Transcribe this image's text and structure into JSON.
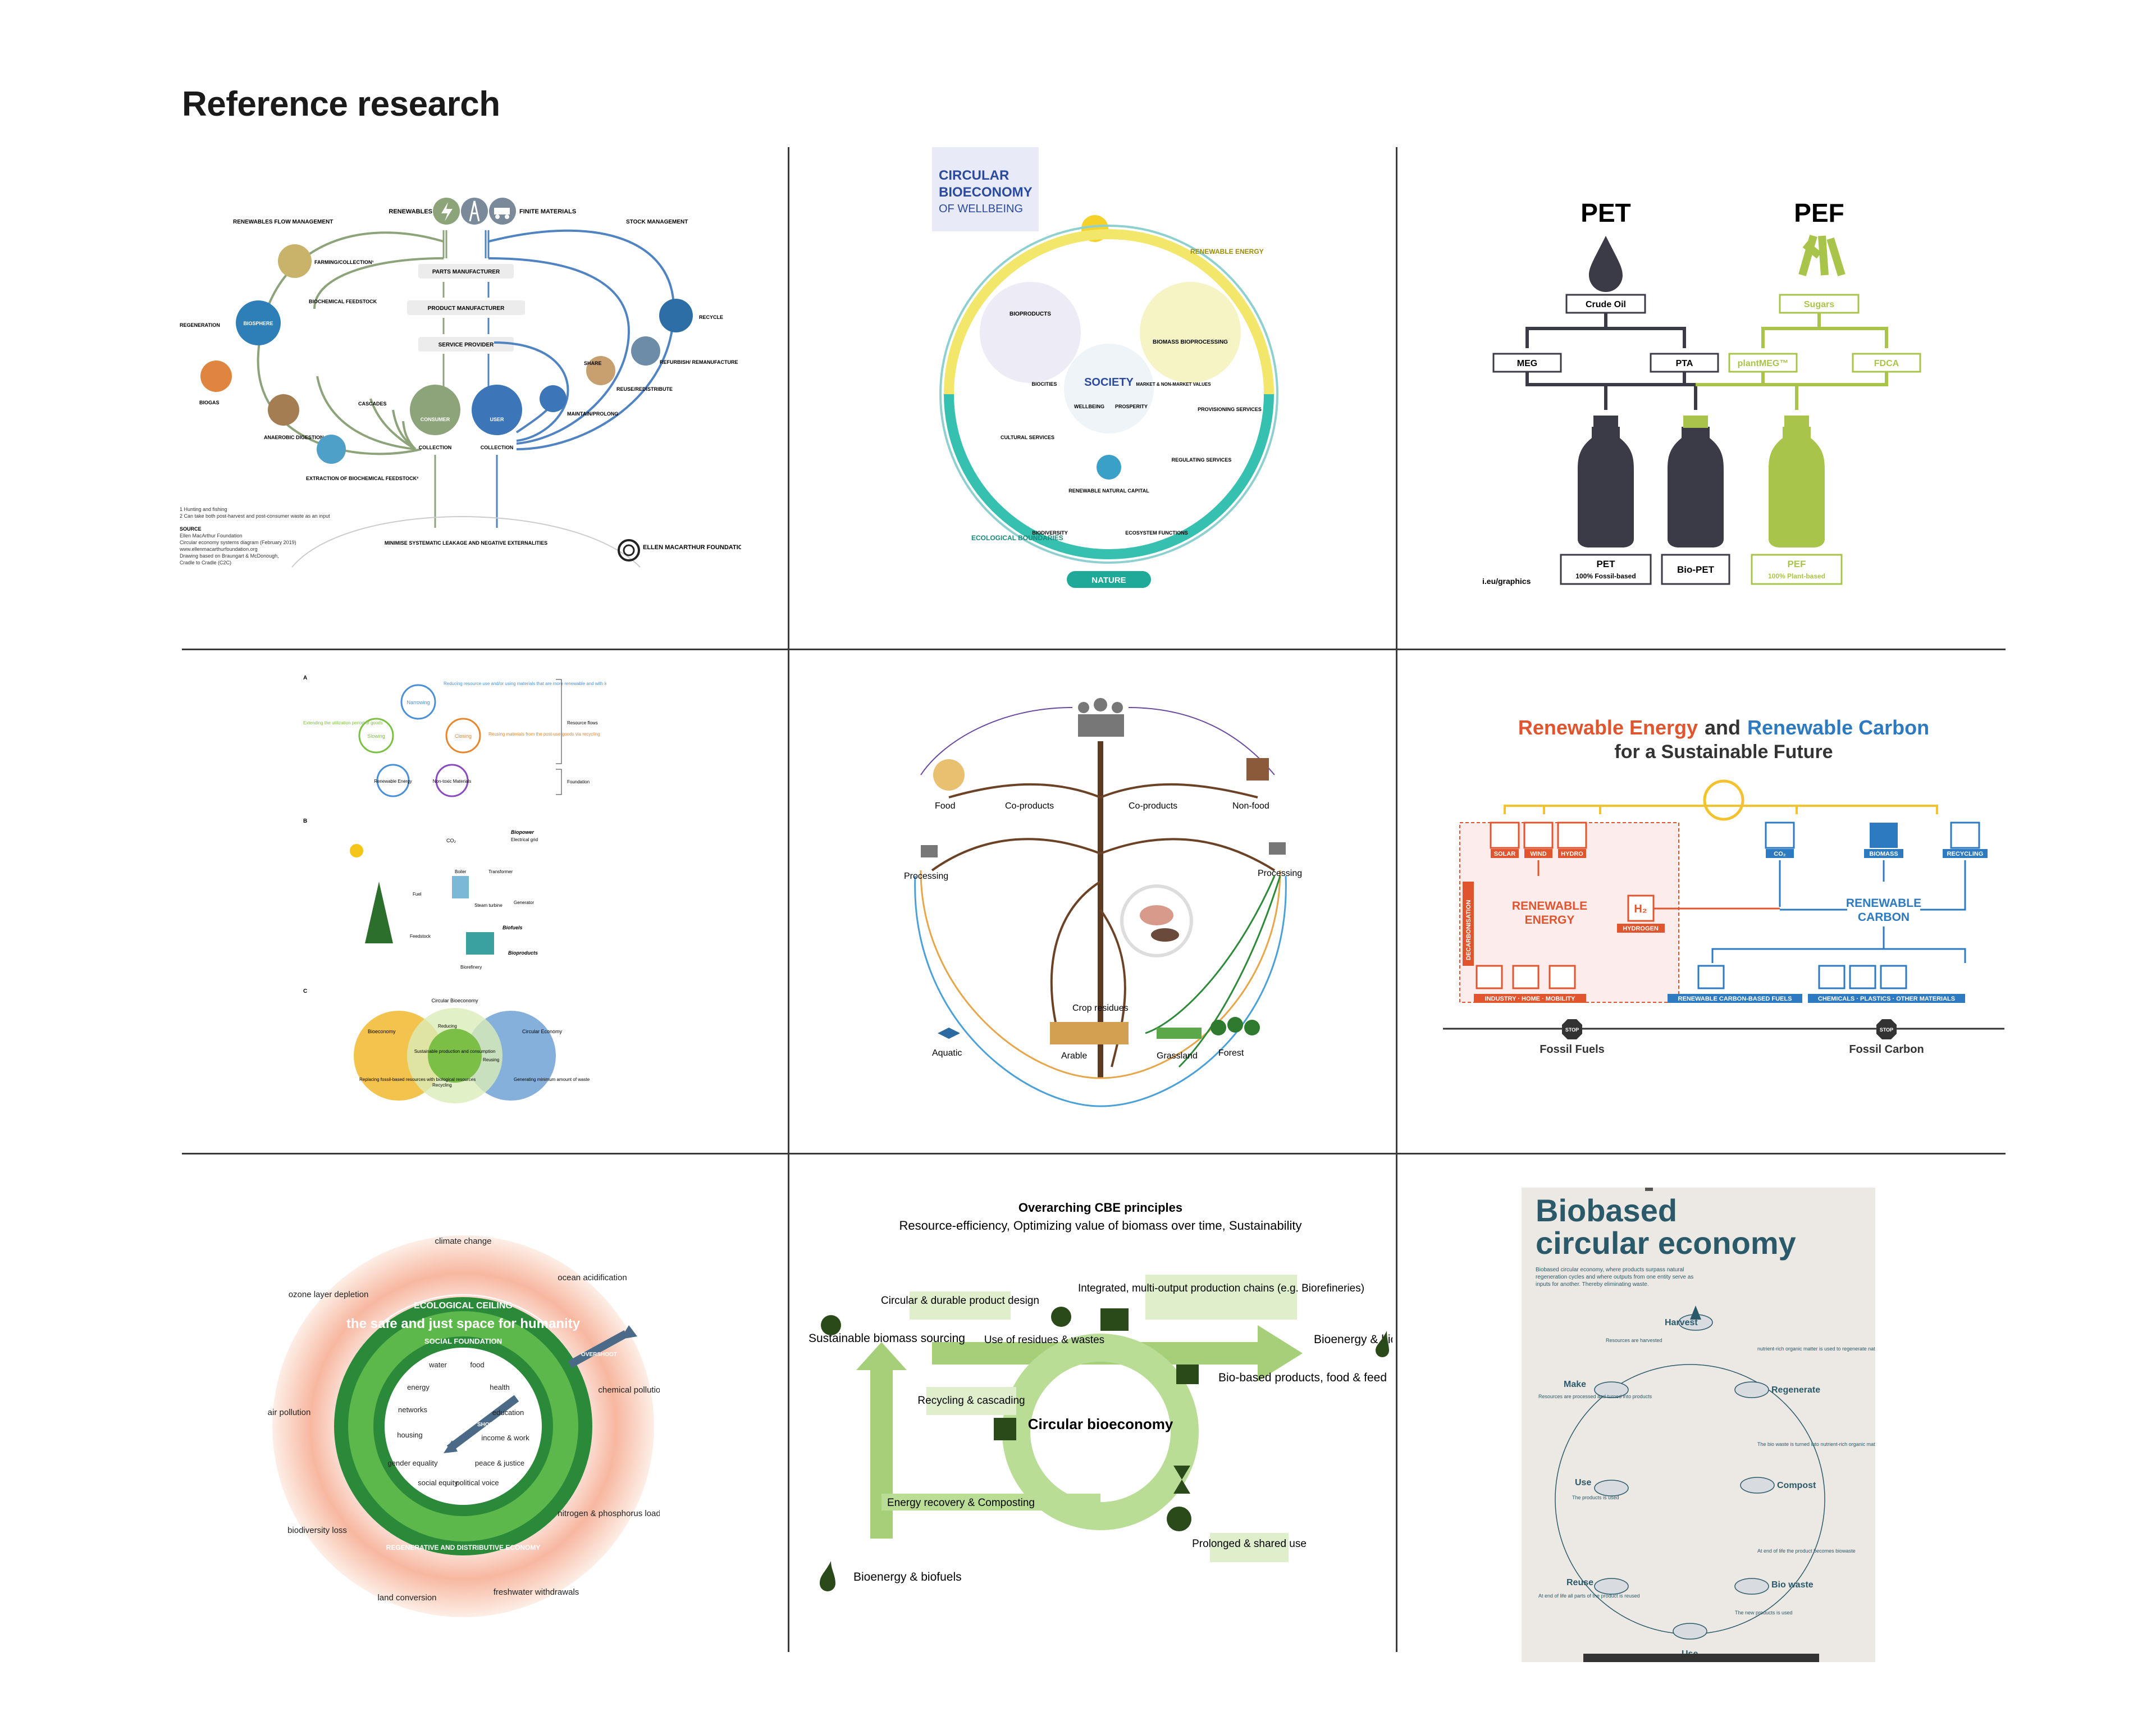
{
  "page": {
    "title": "Reference research"
  },
  "p1": {
    "top": {
      "renewables": "RENEWABLES",
      "finite": "FINITE MATERIALS",
      "flow": "RENEWABLES FLOW MANAGEMENT",
      "stock": "STOCK MANAGEMENT"
    },
    "chain": [
      "PARTS MANUFACTURER",
      "PRODUCT MANUFACTURER",
      "SERVICE PROVIDER"
    ],
    "left": {
      "farming": "FARMING/COLLECTION¹",
      "biochem": "BIOCHEMICAL FEEDSTOCK",
      "regeneration": "REGENERATION",
      "biosphere": "BIOSPHERE",
      "biogas": "BIOGAS",
      "anaerobic": "ANAEROBIC DIGESTION",
      "extraction": "EXTRACTION OF BIOCHEMICAL FEEDSTOCK²",
      "cascades": "CASCADES",
      "consumer": "CONSUMER"
    },
    "right": {
      "recycle": "RECYCLE",
      "refurbish": "REFURBISH/ REMANUFACTURE",
      "share": "SHARE",
      "reuse": "REUSE/REDISTRIBUTE",
      "maintain": "MAINTAIN/PROLONG",
      "user": "USER"
    },
    "collection": "COLLECTION",
    "minimise": "MINIMISE SYSTEMATIC LEAKAGE AND NEGATIVE EXTERNALITIES",
    "notes": [
      "1 Hunting and fishing",
      "2 Can take both post-harvest and post-consumer waste as an input"
    ],
    "source": [
      "SOURCE",
      "Ellen MacArthur Foundation",
      "Circular economy systems diagram (February 2019)",
      "www.ellenmacarthurfoundation.org",
      "Drawing based on Braungart & McDonough,",
      "Cradle to Cradle (C2C)"
    ],
    "logo": "ELLEN MACARTHUR FOUNDATION"
  },
  "p2": {
    "title1": "CIRCULAR",
    "title2": "BIOECONOMY",
    "title3": "OF WELLBEING",
    "energy": "RENEWABLE ENERGY",
    "boundaries": "ECOLOGICAL BOUNDARIES",
    "nature": "NATURE",
    "society": "SOCIETY",
    "wellbeing": "WELLBEING",
    "prosperity": "PROSPERITY",
    "bioproducts": "BIOPRODUCTS",
    "biomass": "BIOMASS BIOPROCESSING",
    "biocities": "BIOCITIES",
    "market": "MARKET & NON-MARKET VALUES",
    "provisioning": "PROVISIONING SERVICES",
    "cultural": "CULTURAL SERVICES",
    "regulating": "REGULATING SERVICES",
    "capital": "RENEWABLE NATURAL CAPITAL",
    "biodiversity": "BIODIVERSITY",
    "ecosystem": "ECOSYSTEM FUNCTIONS"
  },
  "p3": {
    "pet": "PET",
    "pef": "PEF",
    "crude": "Crude Oil",
    "sugars": "Sugars",
    "meg": "MEG",
    "pta": "PTA",
    "plantmeg": "plantMEG™",
    "fdca": "FDCA",
    "l1": "PET",
    "l1s": "100% Fossil-based",
    "l2": "Bio-PET",
    "l3": "PEF",
    "l3s": "100% Plant-based",
    "credit": "i.eu/graphics"
  },
  "p4": {
    "A": "A",
    "B": "B",
    "C": "C",
    "narrowing": "Narrowing",
    "slowing": "Slowing",
    "closing": "Closing",
    "renew": "Renewable Energy",
    "nontoxic": "Non-toxic Materials",
    "narrowText": "Reducing resource use and/or using materials that are more renewable and with less environmental impacts",
    "slowText": "Extending the utilization period of goods",
    "closeText": "Reusing materials from the post-use goods via recycling",
    "flows": "Resource flows",
    "foundation": "Foundation",
    "co2": "CO₂",
    "biopower": "Biopower",
    "grid": "Electrical grid",
    "boiler": "Boiler",
    "transformer": "Transformer",
    "steam": "Steam turbine",
    "generator": "Generator",
    "fuel": "Fuel",
    "feedstock": "Feedstock",
    "biofuels": "Biofuels",
    "bioproducts": "Bioproducts",
    "biorefinery": "Biorefinery",
    "cbe": "Circular Bioeconomy",
    "bioeconomy": "Bioeconomy",
    "ce": "Circular Economy",
    "sustainable": "Sustainable production and consumption",
    "replacing": "Replacing fossil-based resources with biological resources",
    "generating": "Generating minimum amount of waste",
    "reducing": "Reducing",
    "reusing": "Reusing",
    "recycling": "Recycling"
  },
  "p5": {
    "food": "Food",
    "nonfood": "Non-food",
    "coproducts1": "Co-products",
    "coproducts2": "Co-products",
    "processing1": "Processing",
    "processing2": "Processing",
    "crop": "Crop residues",
    "aquatic": "Aquatic",
    "arable": "Arable",
    "grassland": "Grassland",
    "forest": "Forest"
  },
  "p6": {
    "t1a": "Renewable Energy",
    "t1b": "and",
    "t1c": "Renewable Carbon",
    "t2": "for a Sustainable Future",
    "solar": "SOLAR",
    "wind": "WIND",
    "hydro": "HYDRO",
    "re1": "RENEWABLE",
    "re2": "ENERGY",
    "hydrogen": "HYDROGEN",
    "h2": "H₂",
    "decarb": "DECARBONISATION",
    "co2": "CO₂",
    "biomass": "BIOMASS",
    "recycling": "RECYCLING",
    "rc1": "RENEWABLE",
    "rc2": "CARBON",
    "b1": "INDUSTRY · HOME · MOBILITY",
    "b2": "RENEWABLE CARBON-BASED FUELS",
    "b3": "CHEMICALS · PLASTICS · OTHER MATERIALS",
    "stop": "STOP",
    "ff": "Fossil Fuels",
    "fc": "Fossil Carbon"
  },
  "p7": {
    "climate": "climate change",
    "ocean": "ocean acidification",
    "chemical": "chemical pollution",
    "nitrogen": "nitrogen & phosphorus loading",
    "freshwater": "freshwater withdrawals",
    "land": "land conversion",
    "biodiversity": "biodiversity loss",
    "air": "air pollution",
    "ozone": "ozone layer depletion",
    "ceiling": "ECOLOGICAL CEILING",
    "safe": "the safe and just space for humanity",
    "foundation": "SOCIAL FOUNDATION",
    "regen": "REGENERATIVE AND DISTRIBUTIVE ECONOMY",
    "overshoot": "OVERSHOOT",
    "shortfall": "SHORTFALL",
    "water": "water",
    "food": "food",
    "health": "health",
    "education": "education",
    "income": "income & work",
    "peace": "peace & justice",
    "political": "political voice",
    "social": "social equity",
    "gender": "gender equality",
    "housing": "housing",
    "networks": "networks",
    "energy": "energy"
  },
  "p8": {
    "t1": "Overarching CBE principles",
    "t2": "Resource-efficiency, Optimizing value of biomass over time, Sustainability",
    "sourcing": "Sustainable biomass sourcing",
    "circular": "Circular & durable product design",
    "integrated": "Integrated, multi-output production chains (e.g. Biorefineries)",
    "use": "Use of residues & wastes",
    "bioenergy1": "Bioenergy & biofuels",
    "biobased": "Bio-based products, food & feed",
    "recycling": "Recycling & cascading",
    "center": "Circular bioeconomy",
    "energy": "Energy recovery & Composting",
    "prolonged": "Prolonged & shared use",
    "bioenergy2": "Bioenergy & biofuels"
  },
  "p9": {
    "t1": "Biobased",
    "t2": "circular economy",
    "desc": "Biobased circular economy, where products surpass natural regeneration cycles and where outputs from one entity serve as inputs for another. Thereby eliminating waste.",
    "harvest": "Harvest",
    "harvestText": "Resources are harvested",
    "regenerate": "Regenerate",
    "regenText": "nutrient-rich organic matter is used to regenerate nature",
    "make": "Make",
    "makeText": "Resources are processed and turned into products",
    "compost": "Compost",
    "compostText": "The bio waste is turned into nutrient-rich organic matter.",
    "use1": "Use",
    "useText": "The products is used",
    "biowaste": "Bio waste",
    "biowasteText": "At end of life the product becomes biowaste",
    "reuse": "Reuse",
    "reuseText": "At end of life all parts of the product is reused",
    "newText": "The new products is used",
    "use2": "Use"
  }
}
